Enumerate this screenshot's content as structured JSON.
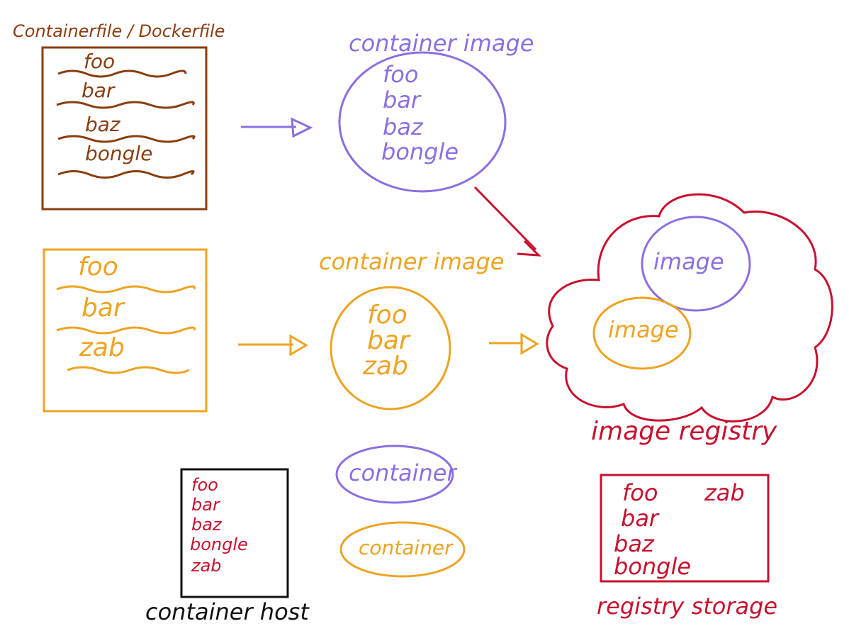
{
  "colors": {
    "brown": "#8a3d10",
    "purple": "#8b6fe0",
    "orange": "#eea321",
    "red": "#c8102e",
    "black": "#111111"
  },
  "dockerfile": {
    "title": "Containerfile / Dockerfile",
    "lines": [
      "foo",
      "bar",
      "baz",
      "bongle"
    ]
  },
  "purple_image": {
    "label": "container image",
    "lines": [
      "foo",
      "bar",
      "baz",
      "bongle"
    ]
  },
  "orange_file": {
    "lines": [
      "foo",
      "bar",
      "zab"
    ]
  },
  "orange_image": {
    "label": "container image",
    "lines": [
      "foo",
      "bar",
      "zab"
    ]
  },
  "registry": {
    "label": "image registry",
    "purple_item": "image",
    "orange_item": "image"
  },
  "containers": {
    "purple": "container",
    "orange": "container"
  },
  "host": {
    "label": "container host",
    "lines": [
      "foo",
      "bar",
      "baz",
      "bongle",
      "zab"
    ]
  },
  "storage": {
    "label": "registry storage",
    "col1": [
      "foo",
      "bar",
      "baz",
      "bongle"
    ],
    "col2": [
      "zab"
    ]
  }
}
